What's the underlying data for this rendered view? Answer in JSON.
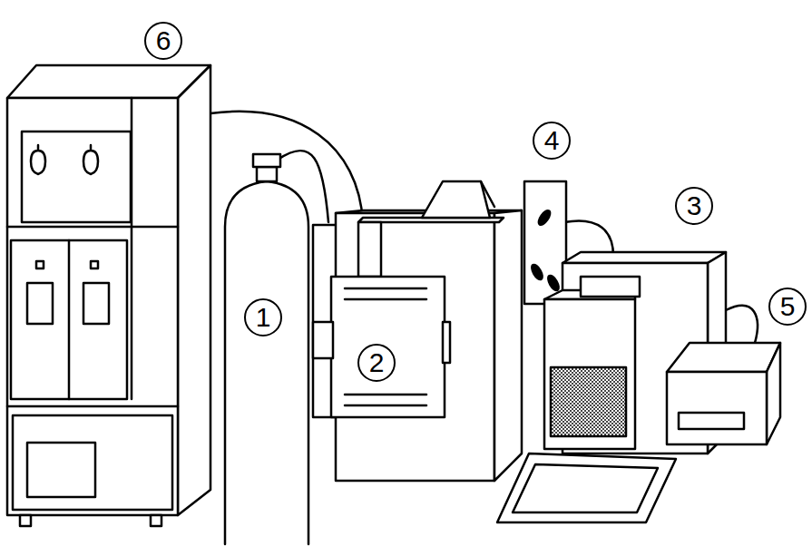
{
  "diagram": {
    "labels": [
      "6",
      "4",
      "3",
      "1",
      "2",
      "5"
    ]
  }
}
